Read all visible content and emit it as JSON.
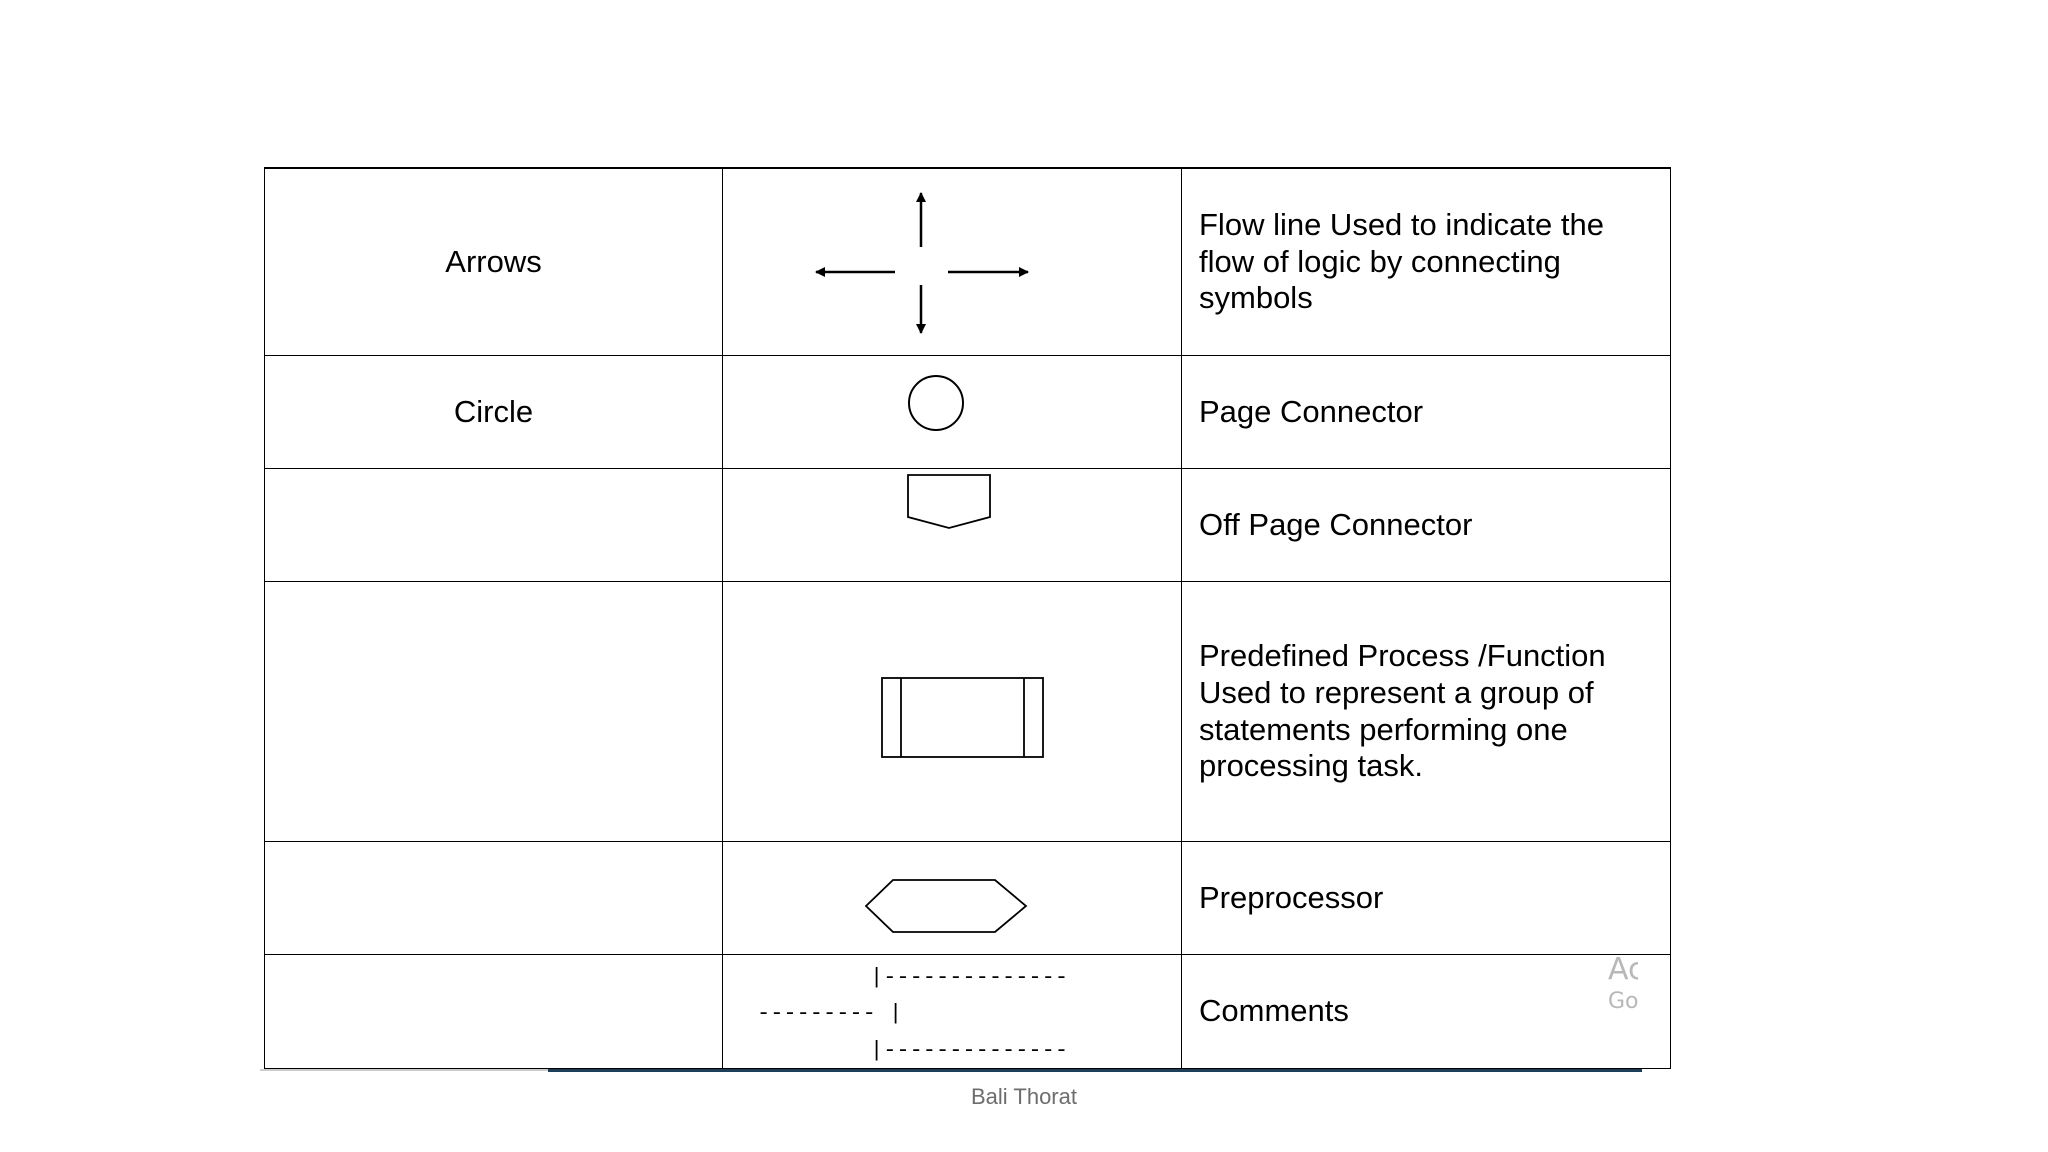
{
  "table": {
    "rows": [
      {
        "name": "Arrows",
        "symbol_icon": "flow-arrows-icon",
        "description": "Flow line Used to indicate the flow of logic by connecting symbols"
      },
      {
        "name": "Circle",
        "symbol_icon": "circle-connector-icon",
        "description": "Page Connector"
      },
      {
        "name": "",
        "symbol_icon": "off-page-connector-icon",
        "description": "Off Page Connector"
      },
      {
        "name": "",
        "symbol_icon": "predefined-process-icon",
        "description": "Predefined Process /Function Used to represent a group of statements performing one processing task."
      },
      {
        "name": "",
        "symbol_icon": "hexagon-preprocessor-icon",
        "description": "Preprocessor"
      },
      {
        "name": "",
        "symbol_icon": "comment-bracket-icon",
        "description": "Comments",
        "symbol_text": {
          "top": "|--------------",
          "middle": "--------- |",
          "bottom": "|--------------"
        }
      }
    ]
  },
  "footer": {
    "author": "Bali Thorat"
  },
  "watermark": {
    "line1": "Activate Windows",
    "line2": "Go to Settings to activate Windows."
  },
  "colors": {
    "footer_accent": "#1e3d57",
    "footer_text": "#6d6d6d",
    "watermark": "#b8b8b8"
  }
}
